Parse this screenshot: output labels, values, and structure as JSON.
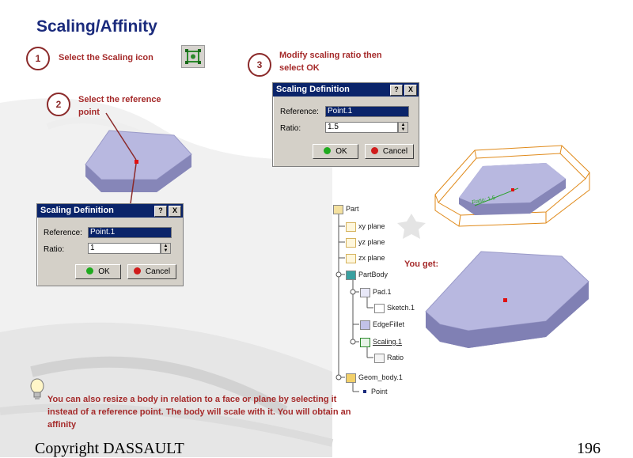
{
  "title": "Scaling/Affinity",
  "steps": [
    {
      "number": "1",
      "text": "Select the Scaling icon"
    },
    {
      "number": "2",
      "text": "Select the reference\npoint"
    },
    {
      "number": "3",
      "text": "Modify scaling ratio then\nselect OK"
    }
  ],
  "dialog_initial": {
    "title": "Scaling Definition",
    "help_label": "?",
    "close_label": "X",
    "reference_label": "Reference:",
    "reference_value": "Point.1",
    "ratio_label": "Ratio:",
    "ratio_value": "1",
    "ok_label": "OK",
    "cancel_label": "Cancel"
  },
  "dialog_modified": {
    "title": "Scaling Definition",
    "help_label": "?",
    "close_label": "X",
    "reference_label": "Reference:",
    "reference_value": "Point.1",
    "ratio_label": "Ratio:",
    "ratio_value": "1.5",
    "ok_label": "OK",
    "cancel_label": "Cancel"
  },
  "tree": {
    "items": [
      "Part",
      "xy plane",
      "yz plane",
      "zx plane",
      "PartBody",
      "Pad.1",
      "Sketch.1",
      "EdgeFillet",
      "Scaling.1",
      "Ratio",
      "Geom_body.1",
      "Point"
    ]
  },
  "model_label": "Ratio: 1.5",
  "you_get": "You get:",
  "tip": "You can also resize a body in relation to a face or plane by selecting it instead of a reference point.  The body will scale with it.  You will obtain an affinity",
  "footer": {
    "copyright": "Copyright DASSAULT",
    "page": "196"
  },
  "colors": {
    "title": "#1a2a7c",
    "step_text": "#a52a2a",
    "dialog_titlebar": "#0a246a",
    "part_face": "#b8b8e0",
    "bbox": "#e08a1a"
  }
}
